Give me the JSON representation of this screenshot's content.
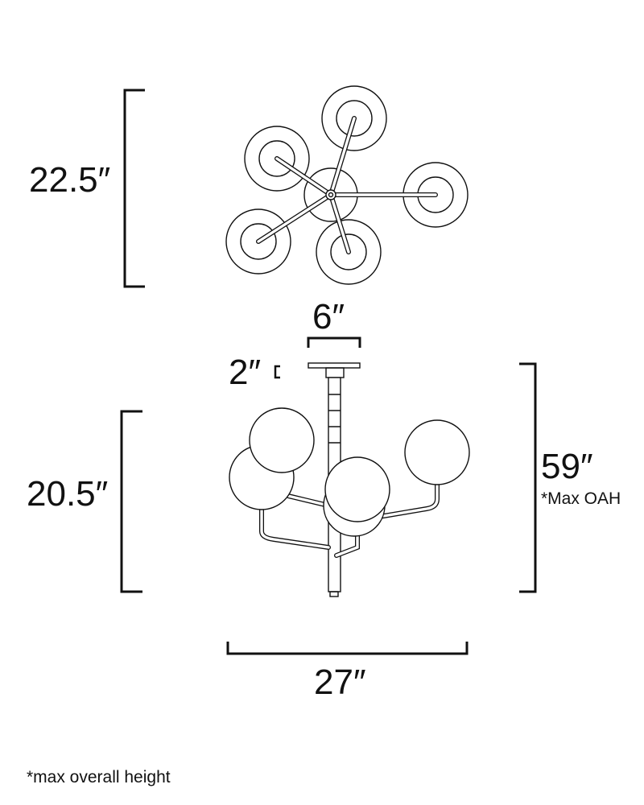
{
  "dimensions": {
    "top_view_height": "22.5″",
    "canopy_width": "6″",
    "canopy_height": "2″",
    "fixture_height": "20.5″",
    "max_overall_height": "59″",
    "max_oah_note": "*Max OAH",
    "fixture_width": "27″"
  },
  "footnote": "*max overall height",
  "colors": {
    "line": "#111111",
    "background": "#ffffff"
  }
}
